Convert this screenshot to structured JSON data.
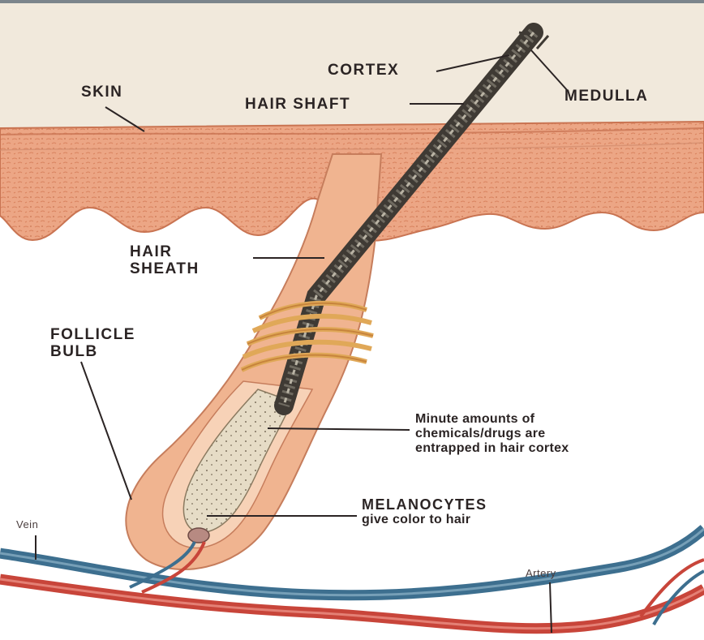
{
  "labels": {
    "cortex": "CORTEX",
    "medulla": "MEDULLA",
    "skin": "SKIN",
    "hair_shaft": "HAIR SHAFT",
    "hair_sheath": [
      "HAIR",
      "SHEATH"
    ],
    "follicle_bulb": [
      "FOLLICLE",
      "BULB"
    ],
    "cortex_note": [
      "Minute amounts of",
      "chemicals/drugs are",
      "entrapped in hair cortex"
    ],
    "melanocytes": [
      "MELANOCYTES",
      "give color to hair"
    ],
    "vein": "Vein",
    "artery": "Artery"
  },
  "colors": {
    "background": "#ffffff",
    "epidermis_band": "#f1e9dc",
    "skin_tissue": "#eca685",
    "follicle": "#f0b490",
    "hair_shaft": "#4f4a43",
    "bulb_core": "#e6dcc6",
    "binding_fibers": "#e0a858",
    "vein": "#3d6f8f",
    "artery": "#c8453a",
    "label_text": "#2b2424"
  }
}
